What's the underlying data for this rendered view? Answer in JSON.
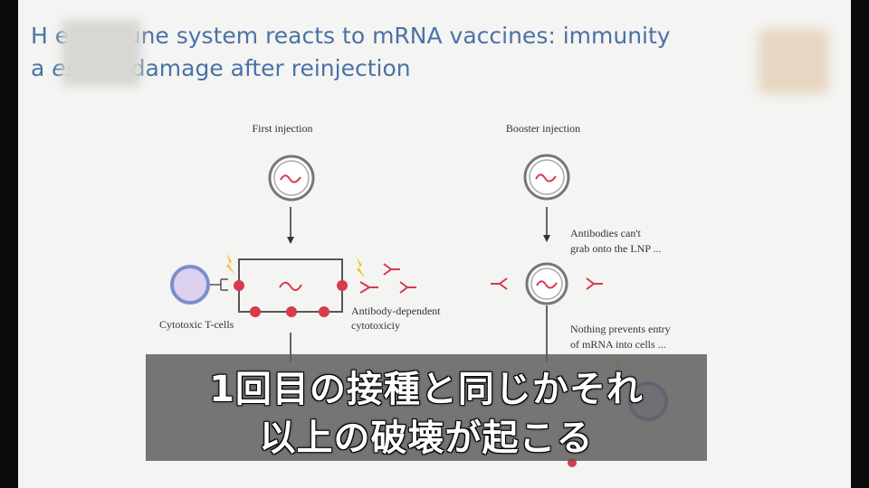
{
  "slide": {
    "title_line1": "H          e immune system reacts to mRNA vaccines: immunity",
    "title_line2_prefix": "a",
    "title_line2_em": "    es",
    "title_line2_rest": " cell damage after reinjection"
  },
  "diagram": {
    "first_injection_label": "First injection",
    "booster_injection_label": "Booster injection",
    "cytotoxic_label": "Cytotoxic T-cells",
    "adcc_label_1": "Antibody-dependent",
    "adcc_label_2": "cytotoxiciy",
    "antibodies_label_1": "Antibodies can't",
    "antibodies_label_2": "grab onto the LNP ...",
    "nothing_label_1": "Nothing prevents entry",
    "nothing_label_2": "of mRNA into cells ..."
  },
  "subtitle": {
    "line1": "1回目の接種と同じかそれ",
    "line2": "以上の破壊が起こる"
  },
  "colors": {
    "title_blue": "#4a72a6",
    "red_dot": "#d83a4e",
    "lightning": "#f0c020",
    "tcell_purple": "#ddd0ee",
    "tcell_border": "#7b8ed0"
  }
}
